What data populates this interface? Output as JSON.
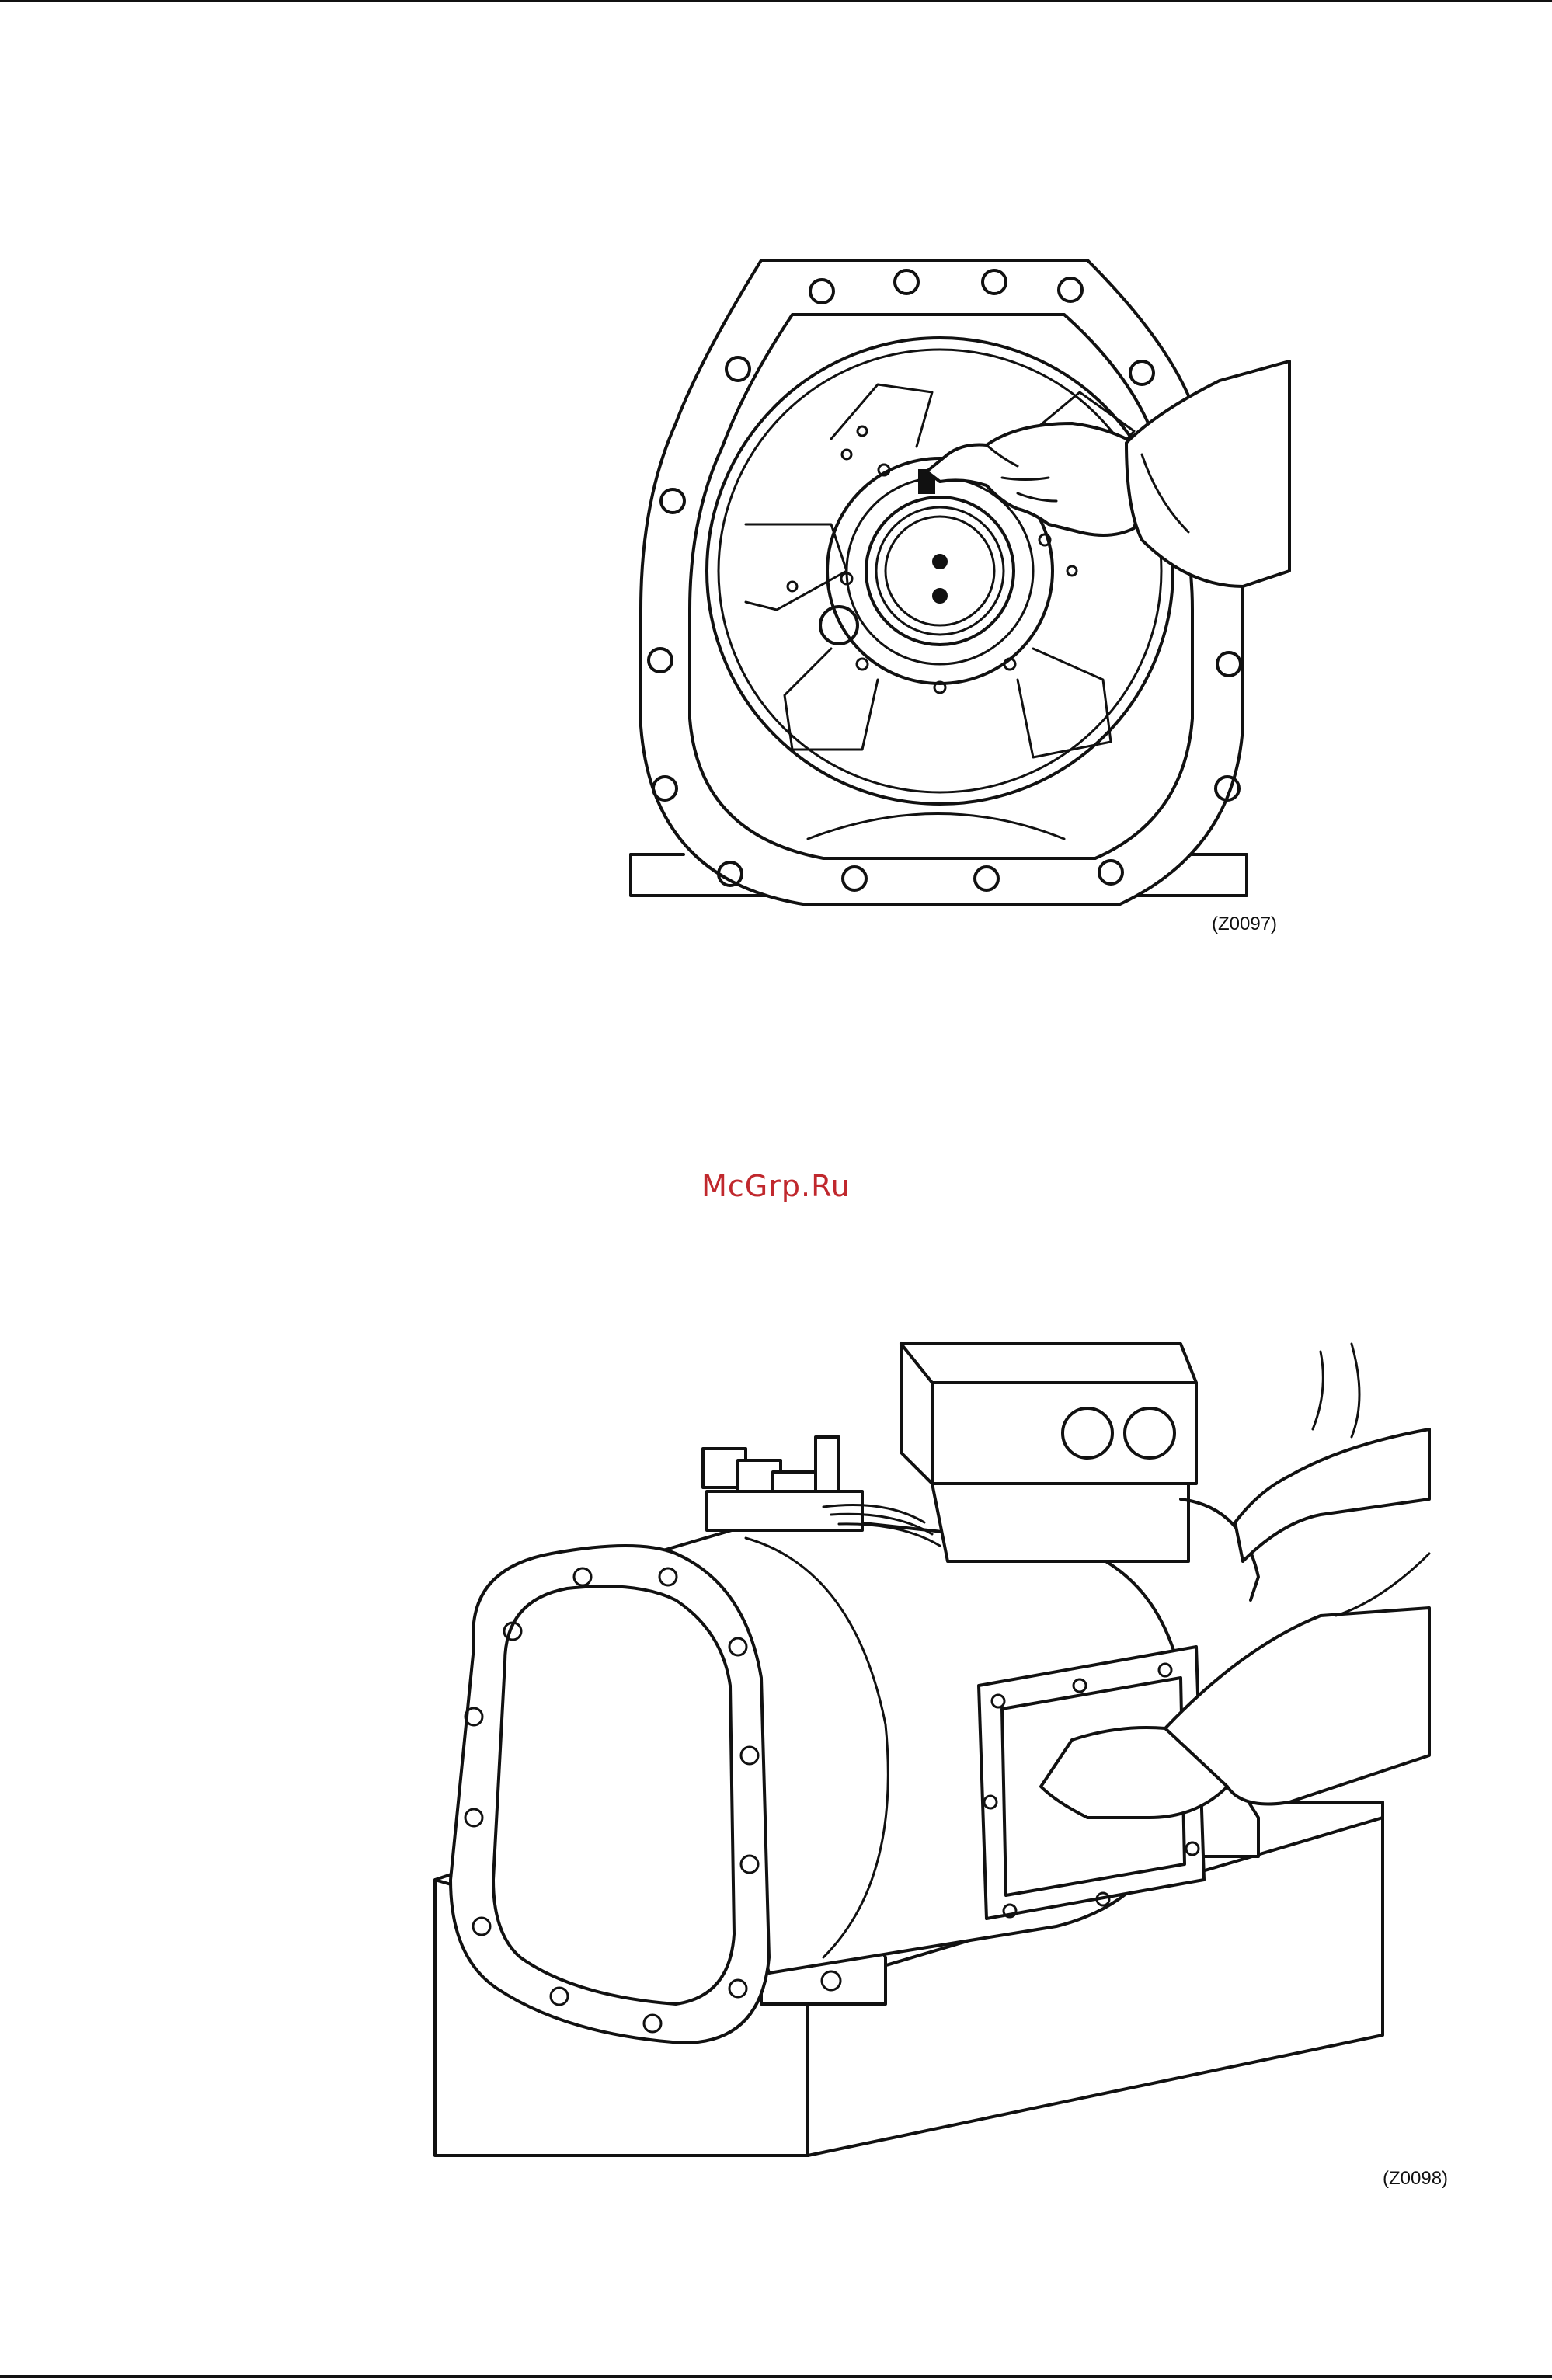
{
  "page": {
    "watermark": "McGrp.Ru",
    "watermark_color": "#c0282d"
  },
  "figures": [
    {
      "label": "(Z0097)"
    },
    {
      "label": "(Z0098)"
    }
  ]
}
